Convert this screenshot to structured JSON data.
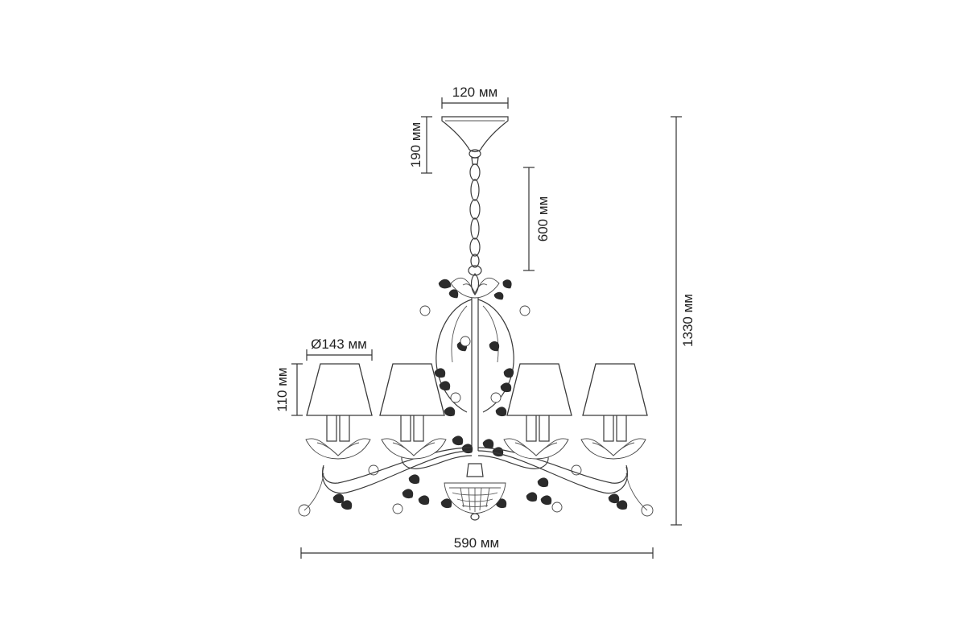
{
  "dimensions": {
    "canopy_width": "120 мм",
    "canopy_height": "190 мм",
    "chain_length": "600 мм",
    "total_height": "1330 мм",
    "shade_diameter": "Ø143 мм",
    "shade_height": "110 мм",
    "total_width": "590 мм"
  }
}
